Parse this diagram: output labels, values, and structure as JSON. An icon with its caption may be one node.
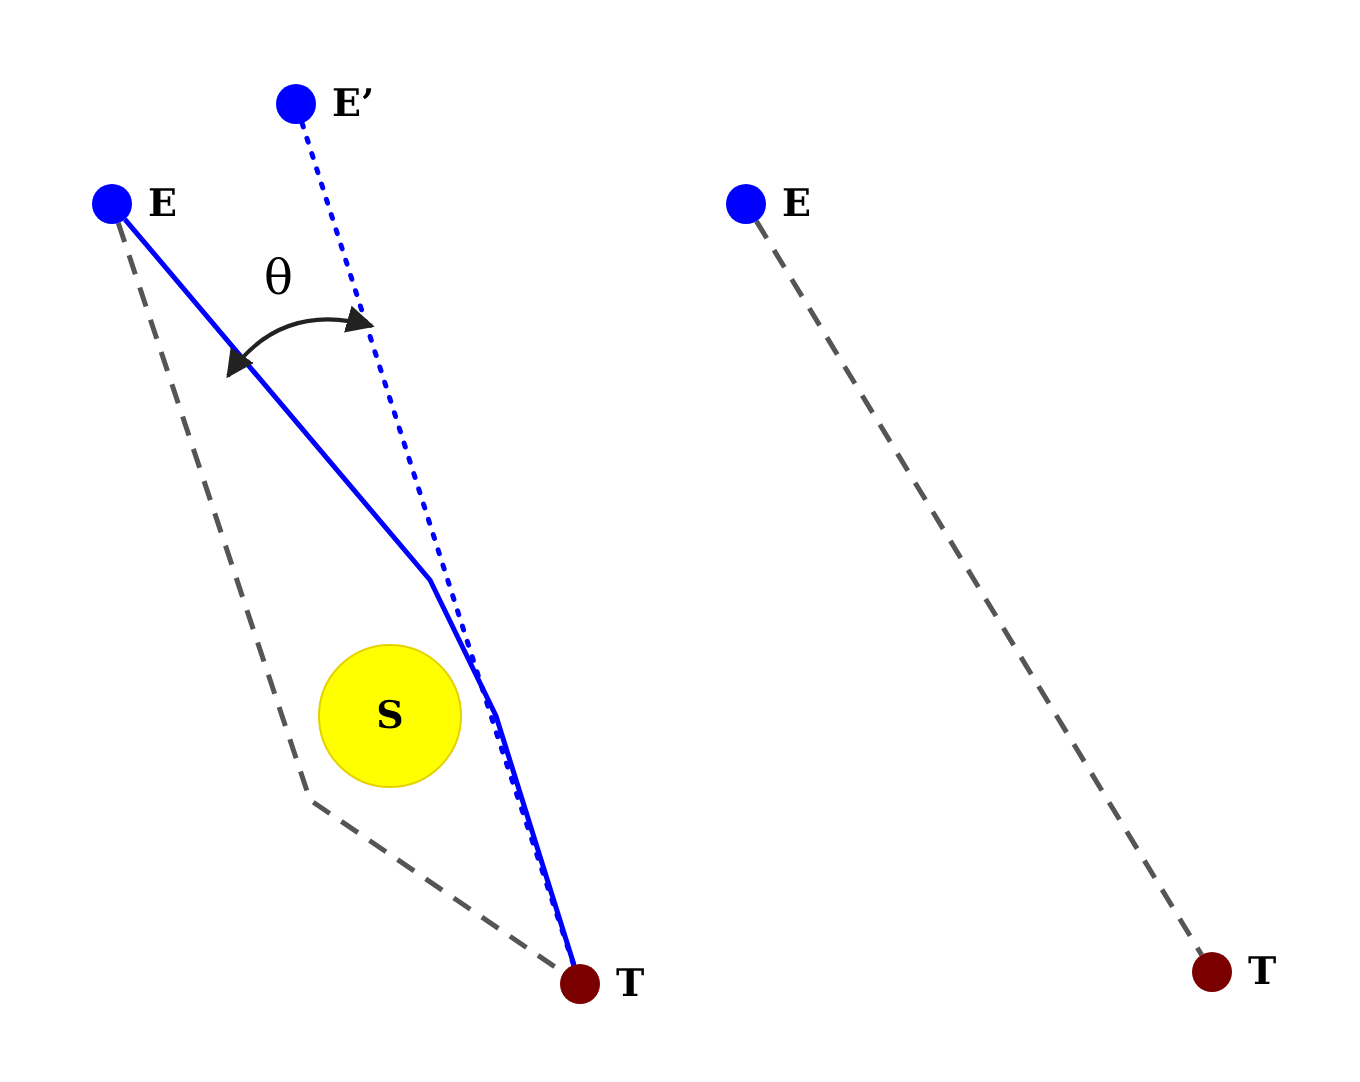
{
  "diagram": {
    "nodes": [
      {
        "text": [],
        "shape": "circle",
        "beside": [
          "E"
        ]
      },
      {
        "text": [],
        "shape": "circle",
        "beside": [
          "E’"
        ]
      },
      {
        "text": [
          "S"
        ]
      },
      {
        "text": [],
        "shape": "circle",
        "beside": [
          "T"
        ]
      },
      {
        "text": [],
        "shape": "circle",
        "beside": [
          "E"
        ]
      },
      {
        "text": [],
        "shape": "circle",
        "beside": [
          "T"
        ]
      }
    ],
    "edges": [
      {
        "from": 0,
        "to": 3,
        "arrow": "none",
        "style": "dashed"
      },
      {
        "from": 0,
        "to": 3,
        "arrow": "none",
        "color": "#0000ff"
      },
      {
        "from": 1,
        "to": 3,
        "arrow": "none",
        "style": "dashed",
        "color": "#0000ff"
      },
      {
        "from": 4,
        "to": 5,
        "arrow": "none",
        "style": "dashed"
      }
    ],
    "labels": [
      "θ"
    ]
  }
}
